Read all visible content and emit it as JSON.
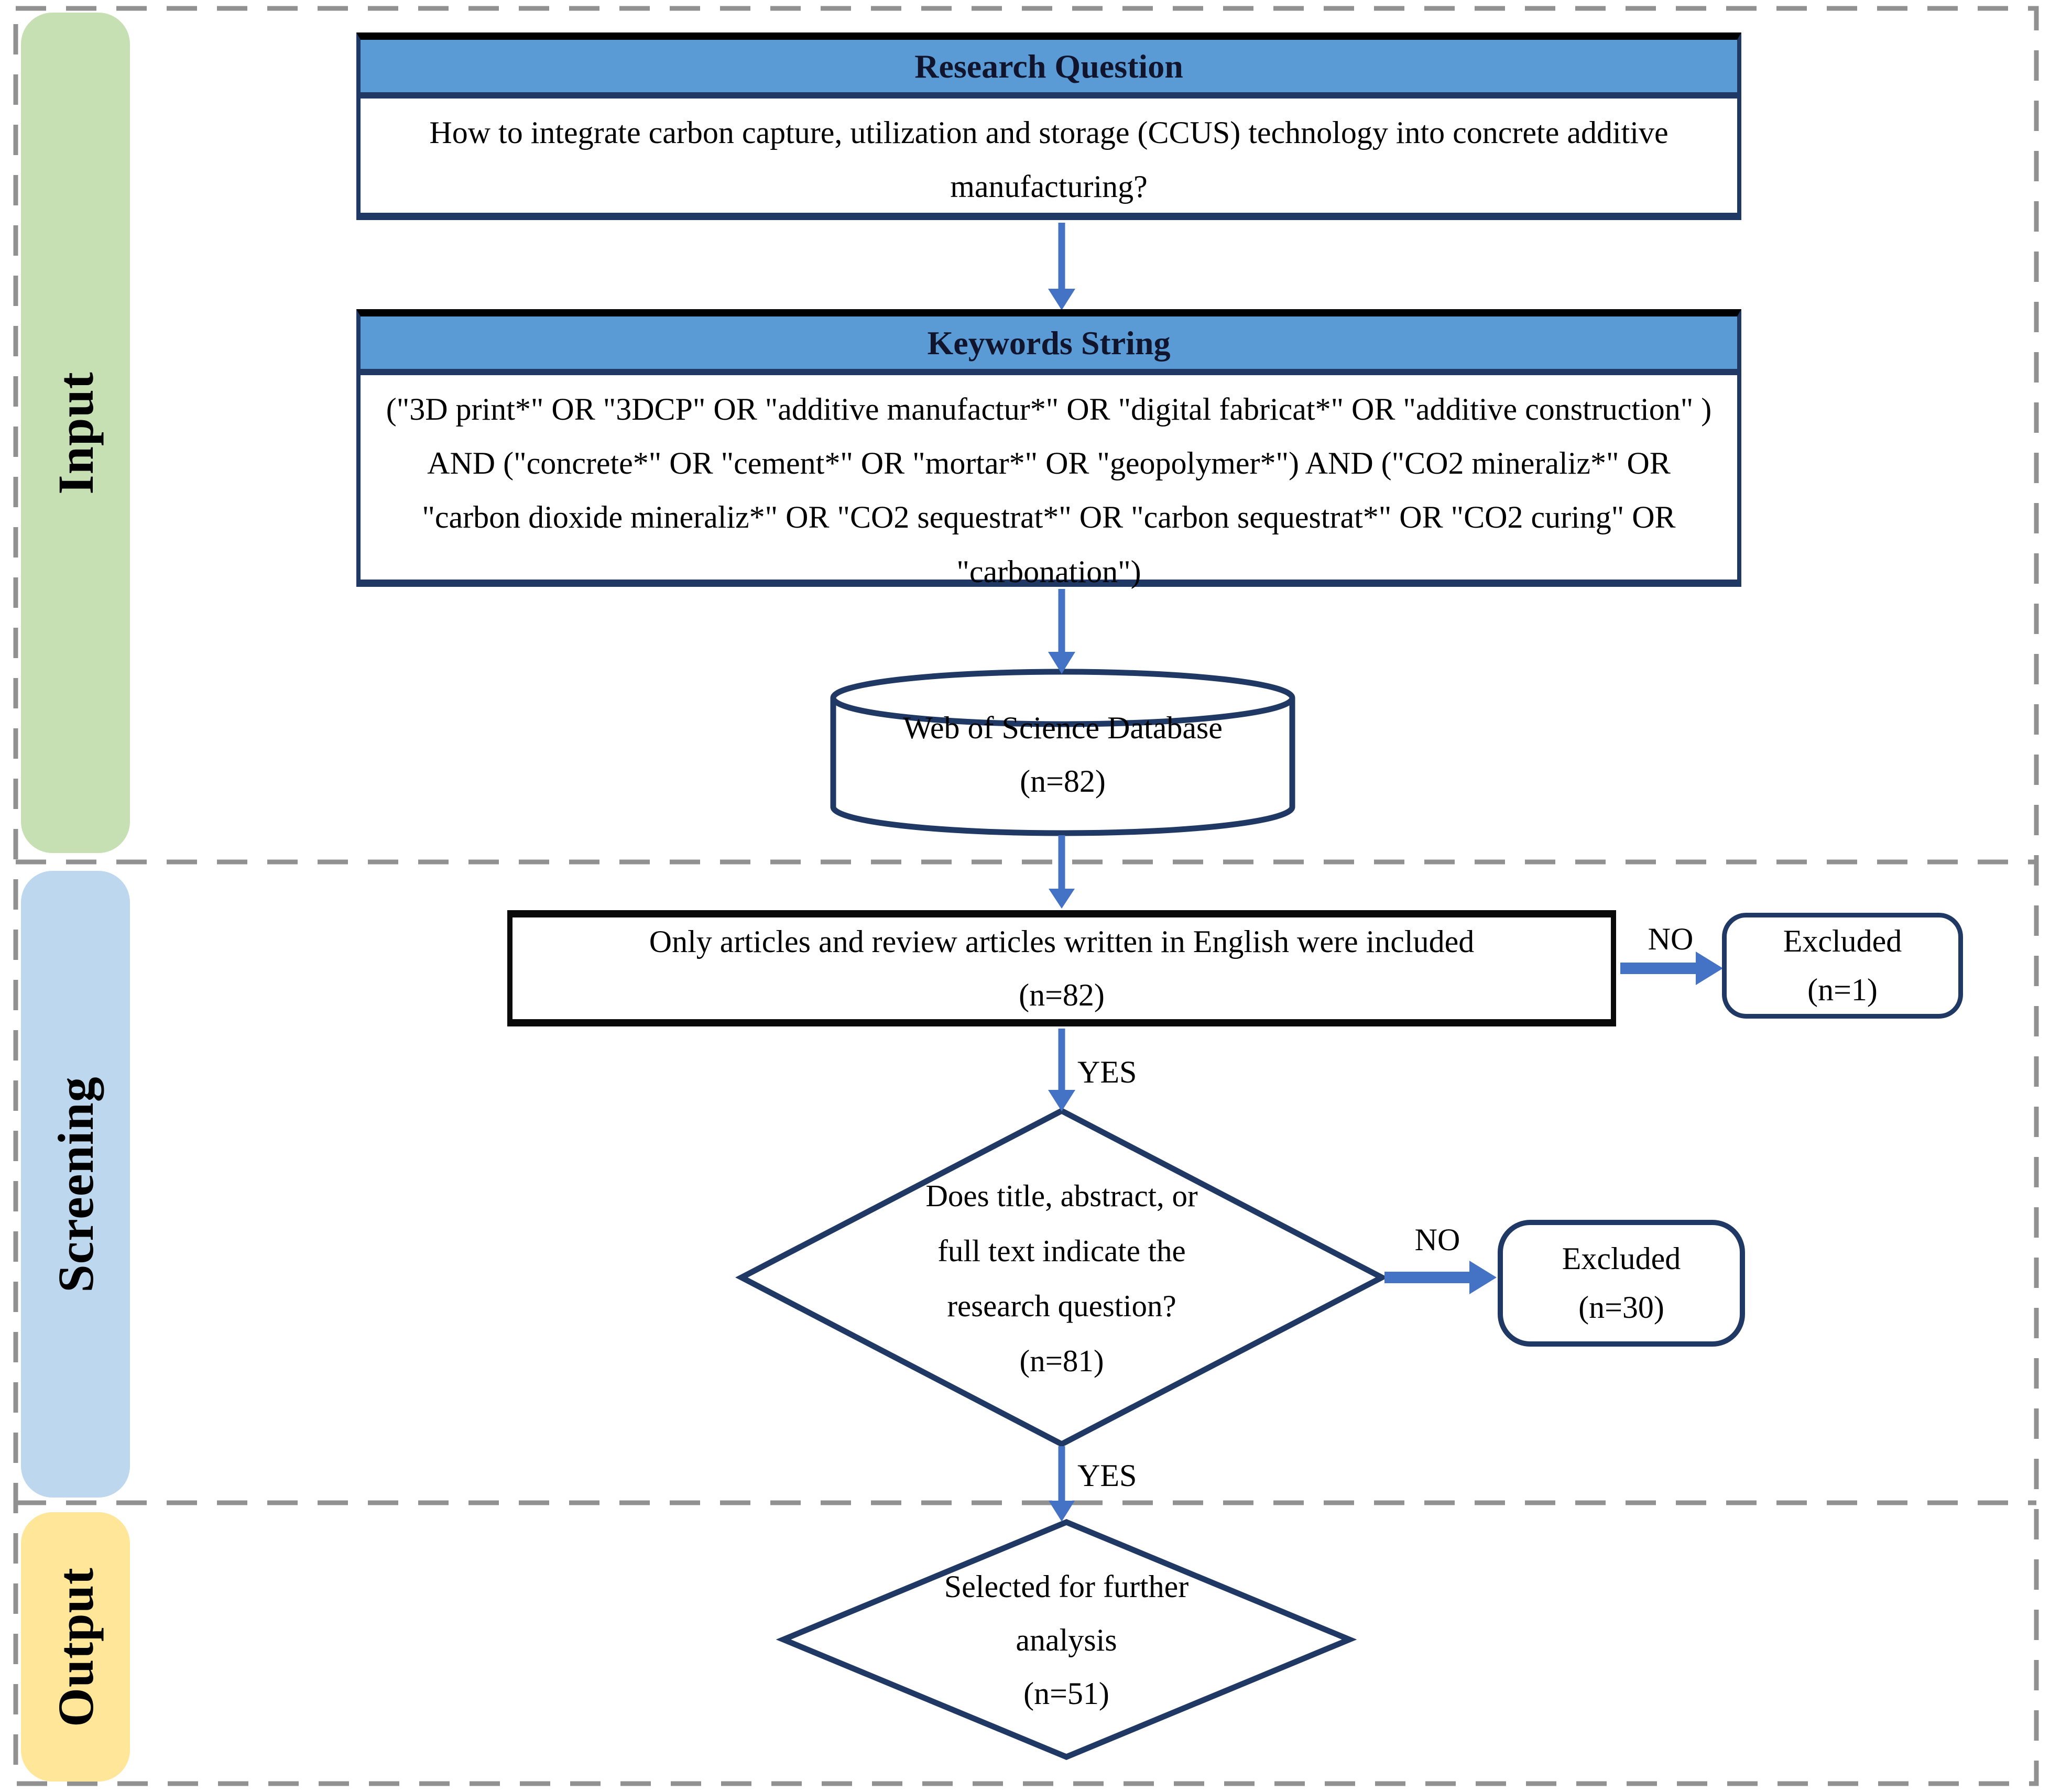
{
  "palette": {
    "header_blue": "#5b9bd5",
    "navy": "#1f3864",
    "arrow_blue": "#4472c4",
    "input_green": "#c6e0b4",
    "screening_blue": "#bdd7ee",
    "output_yellow": "#ffe699",
    "divider_gray": "#919191",
    "box_black": "#0a0a0a"
  },
  "sections": {
    "input": {
      "label": "Input"
    },
    "screening": {
      "label": "Screening"
    },
    "output": {
      "label": "Output"
    }
  },
  "flow": {
    "research_question": {
      "header": "Research Question",
      "body": "How to integrate carbon capture, utilization and storage (CCUS) technology into concrete additive manufacturing?"
    },
    "keywords": {
      "header": "Keywords String",
      "body": "(\"3D print*\" OR \"3DCP\" OR \"additive manufactur*\" OR \"digital fabricat*\" OR \"additive construction\" ) AND (\"concrete*\" OR \"cement*\" OR \"mortar*\" OR \"geopolymer*\") AND (\"CO2 mineraliz*\" OR \"carbon dioxide mineraliz*\" OR \"CO2 sequestrat*\" OR \"carbon sequestrat*\" OR \"CO2 curing\" OR \"carbonation\")"
    },
    "database": {
      "label": "Web of Science Database",
      "count": "(n=82)"
    },
    "language_filter": {
      "statement": "Only articles and review articles written in English were included",
      "count": "(n=82)"
    },
    "excluded_language": {
      "label": "Excluded",
      "count": "(n=1)"
    },
    "relevance_question": {
      "question": "Does title, abstract, or full text indicate the research question?",
      "count": "(n=81)"
    },
    "excluded_relevance": {
      "label": "Excluded",
      "count": "(n=30)"
    },
    "selected": {
      "label": "Selected for further analysis",
      "count": "(n=51)"
    },
    "labels": {
      "yes": "YES",
      "no": "NO"
    }
  }
}
